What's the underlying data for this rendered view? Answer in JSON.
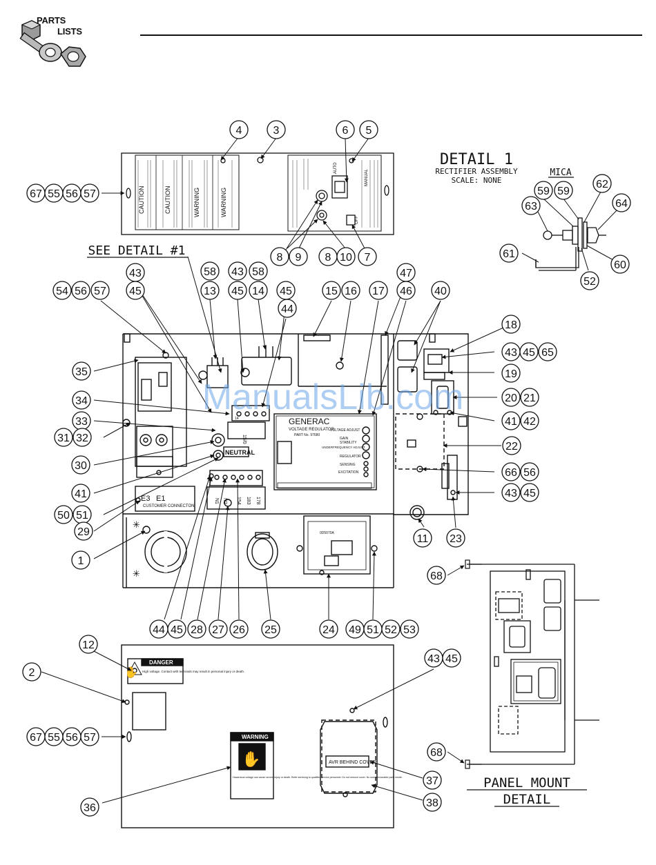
{
  "header": {
    "section_line1": "PARTS",
    "section_line2": "LISTS",
    "icon": "nuts-and-washer-icon"
  },
  "detail1": {
    "title": "DETAIL 1",
    "subtitle": "RECTIFIER ASSEMBLY",
    "scale": "SCALE: NONE",
    "mica_label": "MICA"
  },
  "see_detail": "SEE DETAIL #1",
  "panel_mount": {
    "line1": "PANEL MOUNT",
    "line2": "DETAIL"
  },
  "labels": {
    "voltage_regulator_brand": "GENERAC",
    "voltage_regulator_name": "VOLTAGE REGULATOR",
    "voltage_regulator_part": "PART No. 97680",
    "vr_adjust_1": "VOLTAGE ADJUST",
    "vr_adjust_2": "GAIN",
    "vr_adjust_3": "STABILITY",
    "vr_adjust_4": "UNDERFREQUENCY ADJUST",
    "vr_led_1": "REGULATOR",
    "vr_led_2": "SENSING",
    "vr_led_3": "EXCITATION",
    "neutral": "NEUTRAL",
    "customer_connection": "CUSTOMER CONNECTON",
    "e3": "E3",
    "e1": "E1",
    "terminal_labels": [
      "N1",
      "N2",
      "154",
      "183",
      "178"
    ],
    "small_term": [
      "14",
      "15/0"
    ],
    "caution_1": "CAUTION",
    "caution_2": "CAUTION",
    "warning_1": "WARNING",
    "warning_2": "WARNING",
    "danger_title": "DANGER",
    "danger_text": "High voltage. Contact with terminals may result in personal injury or death.",
    "warning_label_title": "WARNING",
    "warning_label_text": "Hazardous voltage can cause severe injury or death. Refer servicing to qualified service personnel. Do not remove cover. No user serviceable parts inside.",
    "avr_cover": "AVR BEHIND COVER",
    "board_part": "0D5070A",
    "auto": "AUTO",
    "off": "OFF",
    "manual": "MANUAL",
    "watermark": "ManualsLib.com"
  },
  "callouts": [
    "67",
    "55",
    "56",
    "57",
    "4",
    "3",
    "6",
    "5",
    "8",
    "9",
    "8",
    "10",
    "7",
    "59",
    "59",
    "62",
    "64",
    "63",
    "61",
    "60",
    "52",
    "43",
    "45",
    "58",
    "13",
    "43",
    "45",
    "58",
    "14",
    "45",
    "44",
    "15",
    "16",
    "17",
    "47",
    "46",
    "40",
    "54",
    "56",
    "57",
    "35",
    "34",
    "33",
    "31",
    "32",
    "30",
    "41",
    "50",
    "51",
    "29",
    "1",
    "18",
    "43",
    "45",
    "65",
    "19",
    "20",
    "21",
    "41",
    "42",
    "22",
    "66",
    "56",
    "43",
    "45",
    "11",
    "23",
    "44",
    "45",
    "28",
    "27",
    "26",
    "25",
    "24",
    "49",
    "51",
    "52",
    "53",
    "12",
    "2",
    "43",
    "45",
    "67",
    "55",
    "56",
    "57",
    "37",
    "36",
    "38",
    "68",
    "68"
  ]
}
